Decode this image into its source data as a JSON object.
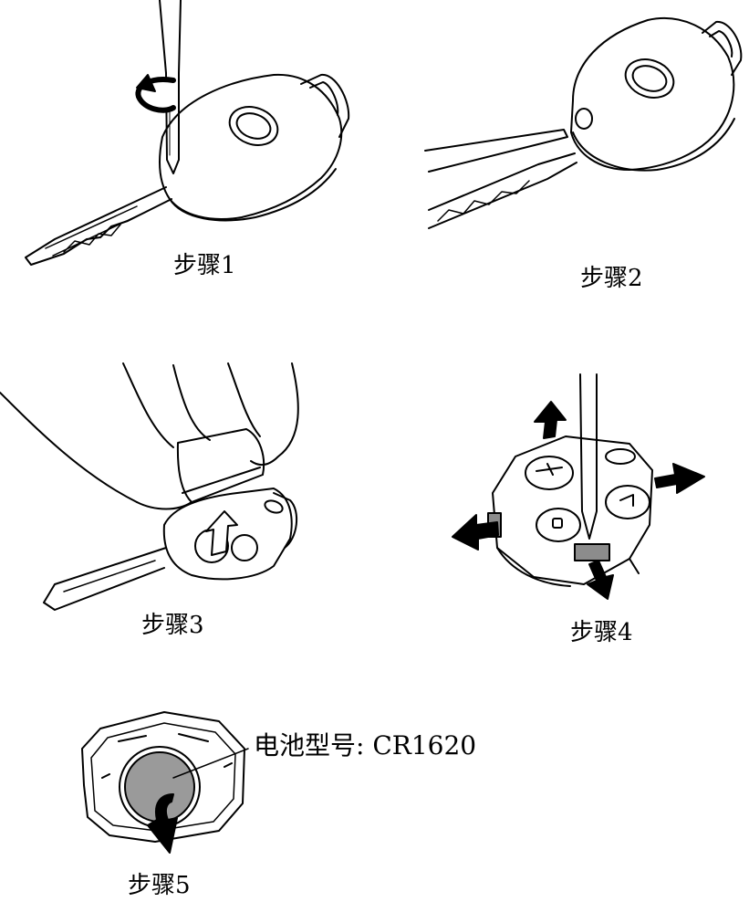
{
  "captions": {
    "step1": "步骤1",
    "step2": "步骤2",
    "step3": "步骤3",
    "step4": "步骤4",
    "step5": "步骤5"
  },
  "battery_label": "电池型号: CR1620",
  "colors": {
    "line": "#000000",
    "background": "#ffffff",
    "battery_fill": "#9a9a9a",
    "clip_fill": "#8c8c8c"
  }
}
